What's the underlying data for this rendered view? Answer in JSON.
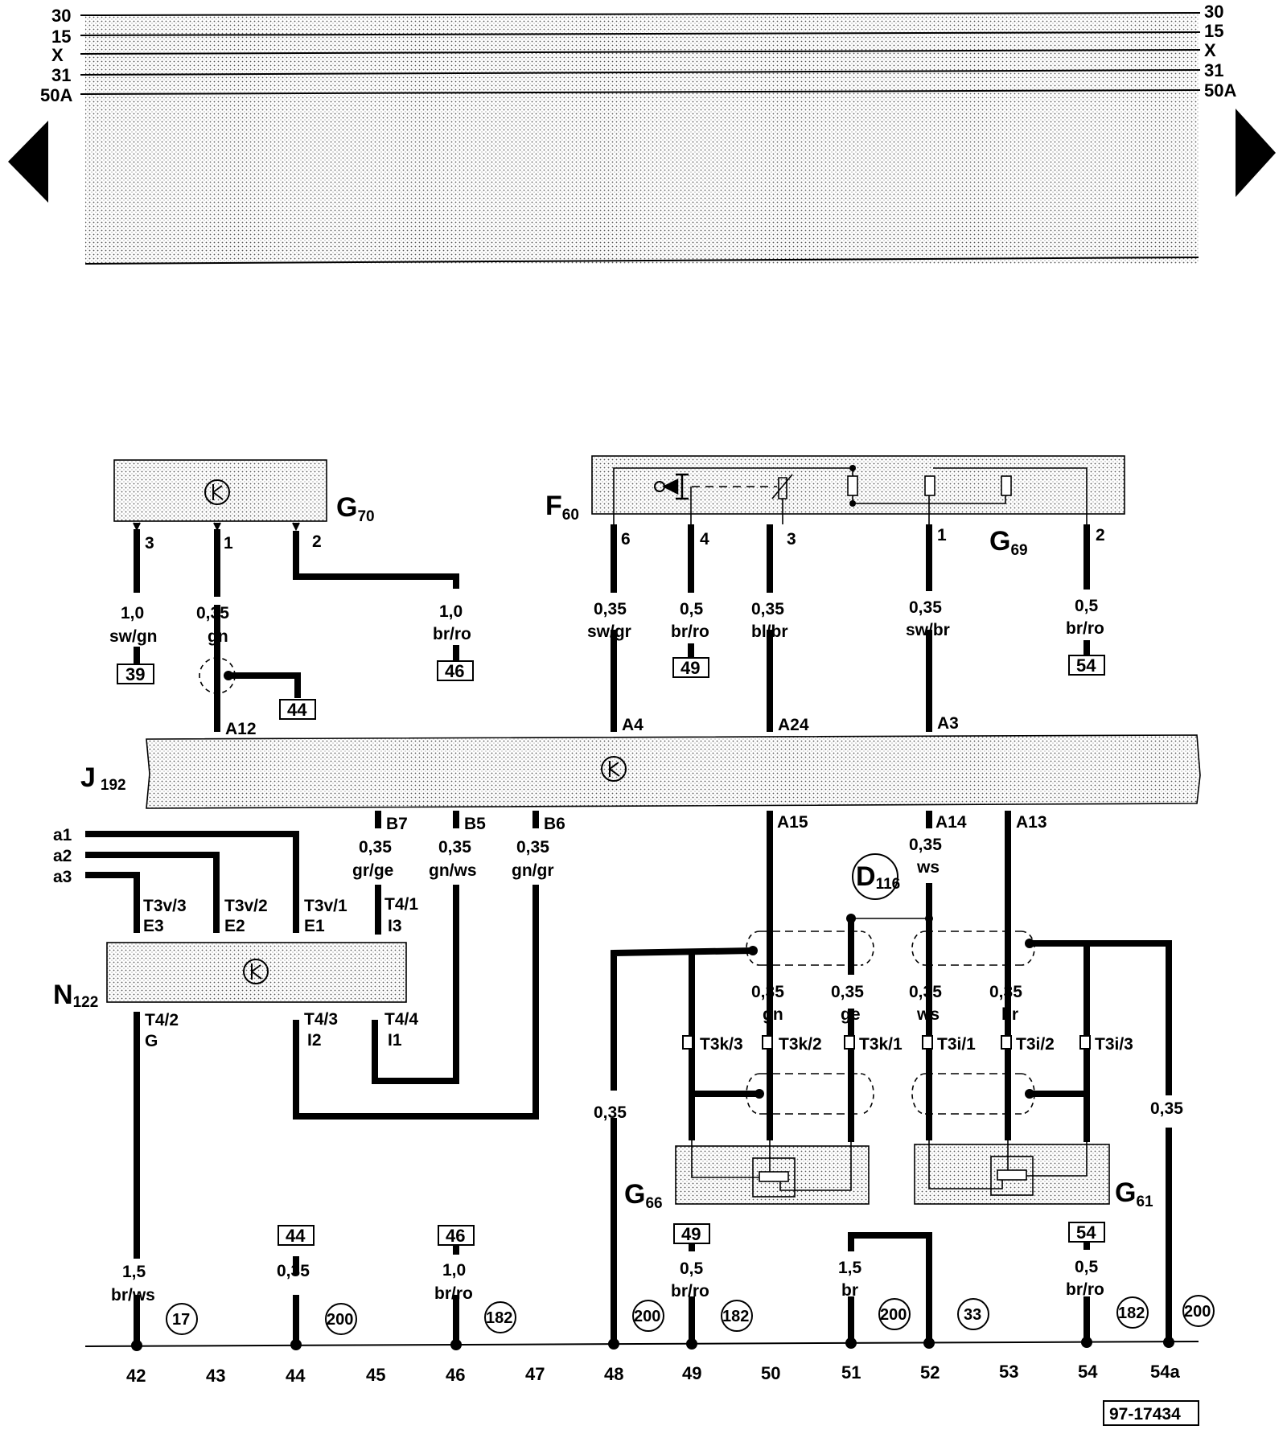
{
  "rails": {
    "left": [
      "30",
      "15",
      "X",
      "31",
      "50A"
    ],
    "right": [
      "30",
      "15",
      "X",
      "31",
      "50A"
    ]
  },
  "nav": {
    "prev_icon": "triangle-left-icon",
    "next_icon": "triangle-right-icon"
  },
  "components": {
    "G70": {
      "letter": "G",
      "number": "70"
    },
    "F60": {
      "letter": "F",
      "number": "60"
    },
    "G69": {
      "letter": "G",
      "number": "69"
    },
    "J192": {
      "letter": "J",
      "number": "192"
    },
    "N122": {
      "letter": "N",
      "number": "122"
    },
    "D116": {
      "letter": "D",
      "number": "116"
    },
    "G66": {
      "letter": "G",
      "number": "66"
    },
    "G61": {
      "letter": "G",
      "number": "61"
    }
  },
  "pins": {
    "g70_3": "3",
    "g70_1": "1",
    "g70_2": "2",
    "f60_6": "6",
    "f60_4": "4",
    "f60_3": "3",
    "f60_1": "1",
    "f60_2": "2",
    "j_a12": "A12",
    "j_a4": "A4",
    "j_a24": "A24",
    "j_a3": "A3",
    "j_b7": "B7",
    "j_b5": "B5",
    "j_b6": "B6",
    "j_a15": "A15",
    "j_a14": "A14",
    "j_a13": "A13",
    "n_t3v3": "T3v/3",
    "n_e3": "E3",
    "n_t3v2": "T3v/2",
    "n_e2": "E2",
    "n_t3v1": "T3v/1",
    "n_e1": "E1",
    "n_t41": "T4/1",
    "n_i3": "I3",
    "n_t42": "T4/2",
    "n_g": "G",
    "n_t43": "T4/3",
    "n_i2": "I2",
    "n_t44": "T4/4",
    "n_i1": "I1",
    "t3k3": "T3k/3",
    "t3k2": "T3k/2",
    "t3k1": "T3k/1",
    "t3i1": "T3i/1",
    "t3i2": "T3i/2",
    "t3i3": "T3i/3"
  },
  "inputs": {
    "a1": "a1",
    "a2": "a2",
    "a3": "a3"
  },
  "wires": {
    "w1_size": "1,0",
    "w1_color": "sw/gn",
    "w2_size": "0,35",
    "w2_color": "gn",
    "w3_size": "1,0",
    "w3_color": "br/ro",
    "w4_size": "0,35",
    "w4_color": "sw/gr",
    "w5_size": "0,5",
    "w5_color": "br/ro",
    "w6_size": "0,35",
    "w6_color": "bl/br",
    "w7_size": "0,35",
    "w7_color": "sw/br",
    "w8_size": "0,5",
    "w8_color": "br/ro",
    "b7_size": "0,35",
    "b7_color": "gr/ge",
    "b5_size": "0,35",
    "b5_color": "gn/ws",
    "b6_size": "0,35",
    "b6_color": "gn/gr",
    "a14_size": "0,35",
    "a14_color": "ws",
    "s1_size": "0,35",
    "s1_color": "gn",
    "s2_size": "0,35",
    "s2_color": "ge",
    "s3_size": "0,35",
    "s3_color": "ws",
    "s4_size": "0,35",
    "s4_color": "br",
    "c48_size": "0,35",
    "c54a_size": "0,35",
    "g42_size": "1,5",
    "g42_color": "br/ws",
    "g44_size": "0,35",
    "g46_size": "1,0",
    "g46_color": "br/ro",
    "g49_size": "0,5",
    "g49_color": "br/ro",
    "g51_size": "1,5",
    "g51_color": "br",
    "g54_size": "0,5",
    "g54_color": "br/ro"
  },
  "refs": {
    "r39": "39",
    "r46": "46",
    "r44": "44",
    "r49": "49",
    "r54": "54",
    "b44": "44",
    "b46": "46",
    "b49": "49",
    "b54": "54"
  },
  "circles": {
    "c17": "17",
    "c200a": "200",
    "c182a": "182",
    "c200b": "200",
    "c182b": "182",
    "c200c": "200",
    "c33": "33",
    "c182c": "182",
    "c200d": "200"
  },
  "columns": [
    "42",
    "43",
    "44",
    "45",
    "46",
    "47",
    "48",
    "49",
    "50",
    "51",
    "52",
    "53",
    "54",
    "54a"
  ],
  "code": "97-17434"
}
